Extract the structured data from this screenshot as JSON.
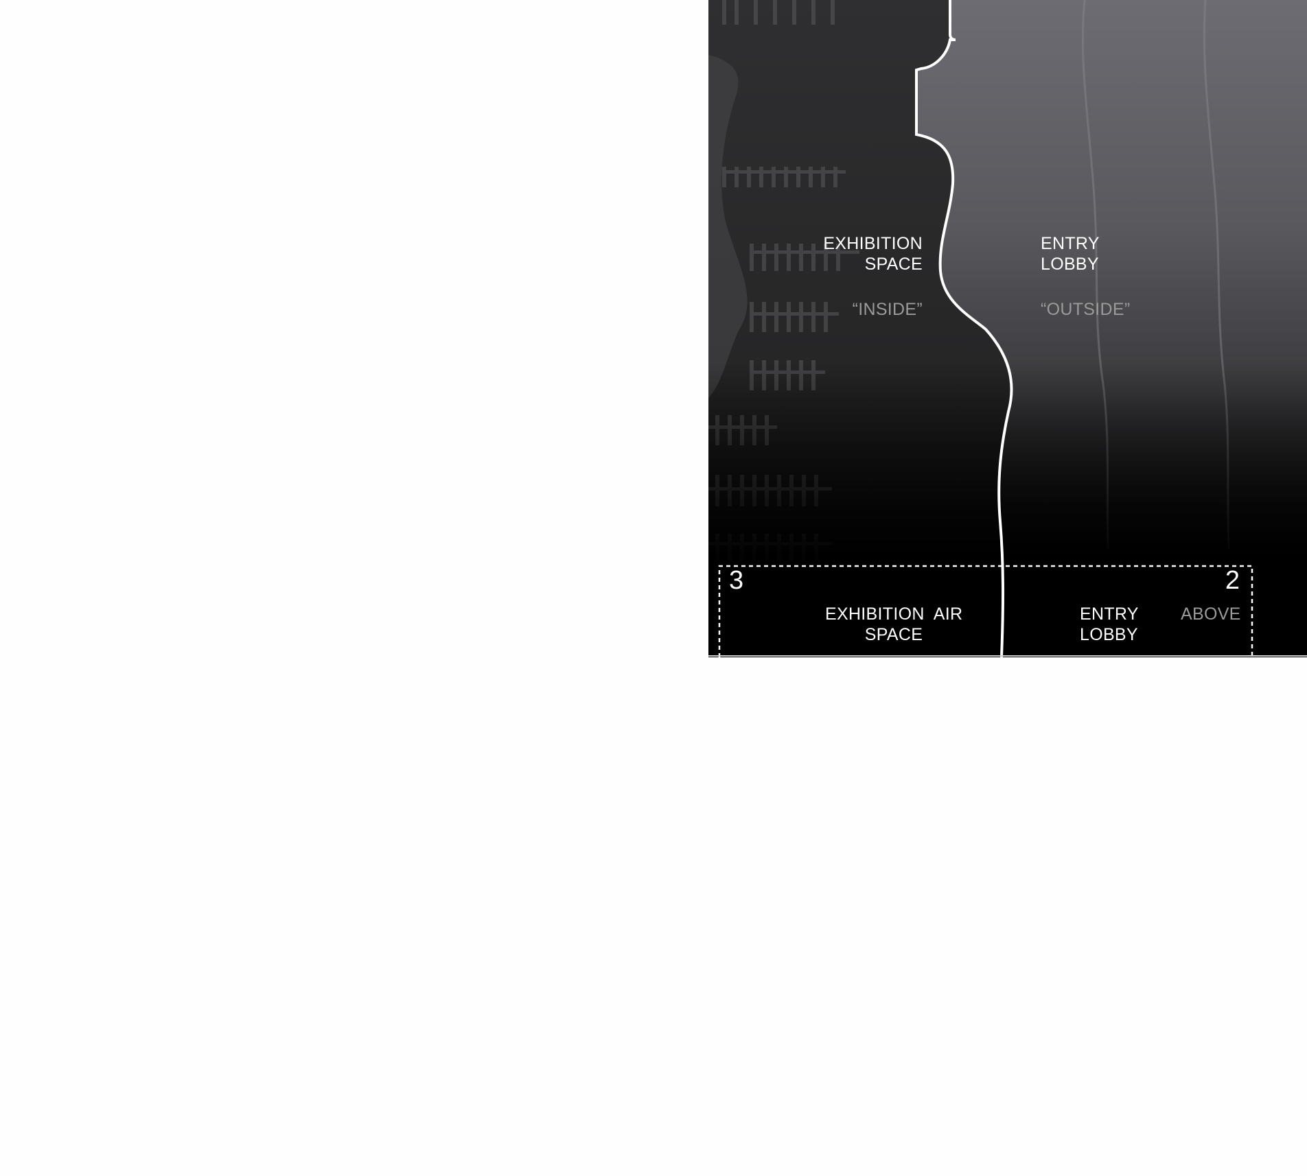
{
  "diagram": {
    "upper_left_label": "EXHIBITION\nSPACE",
    "upper_left_tag": "“INSIDE”",
    "upper_right_label": "ENTRY\nLOBBY",
    "upper_right_tag": "“OUTSIDE”",
    "inset": {
      "left_number": "3",
      "right_number": "2",
      "left_label": "EXHIBITION  AIR\nSPACE",
      "right_label": "ENTRY\nLOBBY",
      "right_tag": "ABOVE"
    }
  },
  "colors": {
    "page_background": "#fefefe",
    "primary_text": "#ffffff",
    "secondary_text": "#9b9b9b",
    "boundary_line": "#ffffff",
    "inset_background": "#050505"
  },
  "icons": {
    "boundary": "wavy-boundary-line",
    "inset_frame": "dashed-rectangle"
  }
}
